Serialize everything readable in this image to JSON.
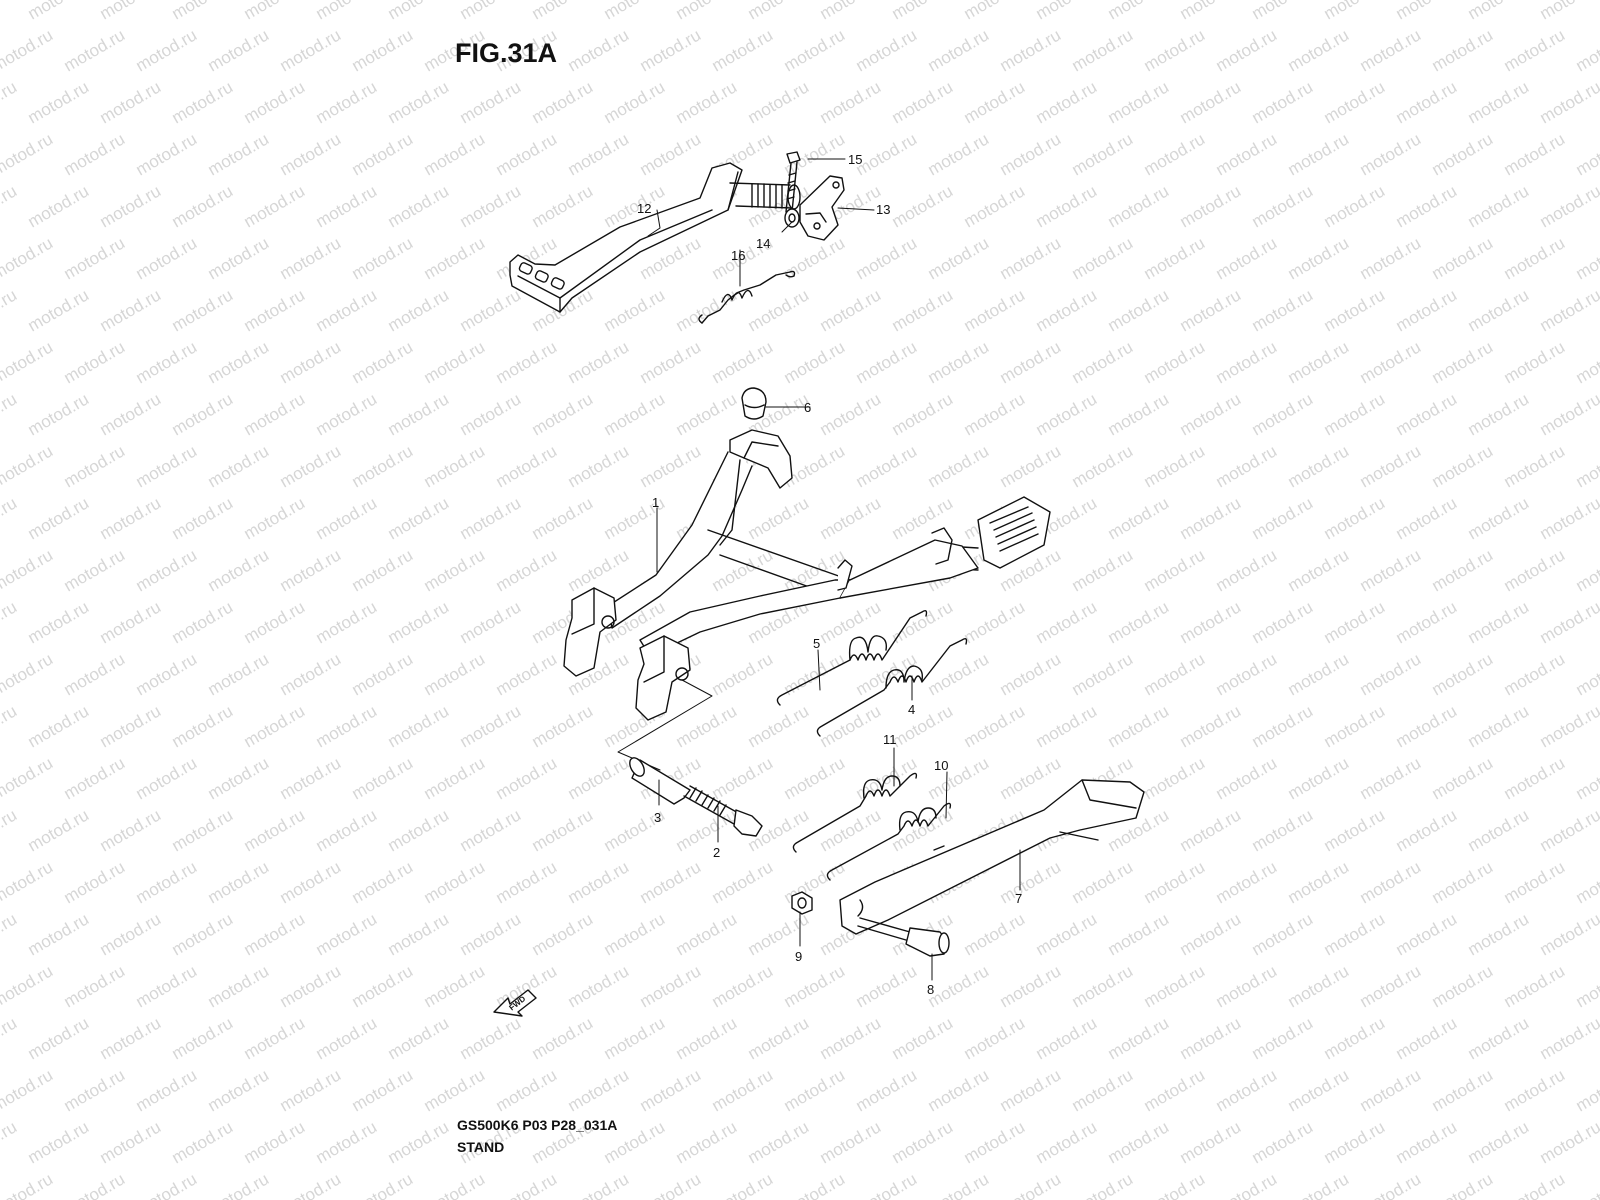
{
  "figure": {
    "title": "FIG.31A",
    "model_code": "GS500K6 P03 P28_031A",
    "section_name": "STAND"
  },
  "watermark": {
    "text": "motod.ru"
  },
  "fwd_arrow_label": "FWD",
  "callouts": [
    {
      "id": "1",
      "part": "center-stand"
    },
    {
      "id": "2",
      "part": "stand-bolt"
    },
    {
      "id": "3",
      "part": "stand-collar"
    },
    {
      "id": "4",
      "part": "stand-spring-outer"
    },
    {
      "id": "5",
      "part": "stand-spring-inner"
    },
    {
      "id": "6",
      "part": "stopper-cap"
    },
    {
      "id": "7",
      "part": "side-stand"
    },
    {
      "id": "8",
      "part": "side-stand-bolt"
    },
    {
      "id": "9",
      "part": "side-stand-nut"
    },
    {
      "id": "10",
      "part": "side-stand-spring-outer"
    },
    {
      "id": "11",
      "part": "side-stand-spring-inner"
    },
    {
      "id": "12",
      "part": "brake-pedal"
    },
    {
      "id": "13",
      "part": "brake-lever"
    },
    {
      "id": "14",
      "part": "washer"
    },
    {
      "id": "15",
      "part": "lever-bolt"
    },
    {
      "id": "16",
      "part": "brake-pedal-spring"
    }
  ],
  "colors": {
    "line": "#111111",
    "watermark": "#d6d6d6",
    "background": "#ffffff"
  }
}
